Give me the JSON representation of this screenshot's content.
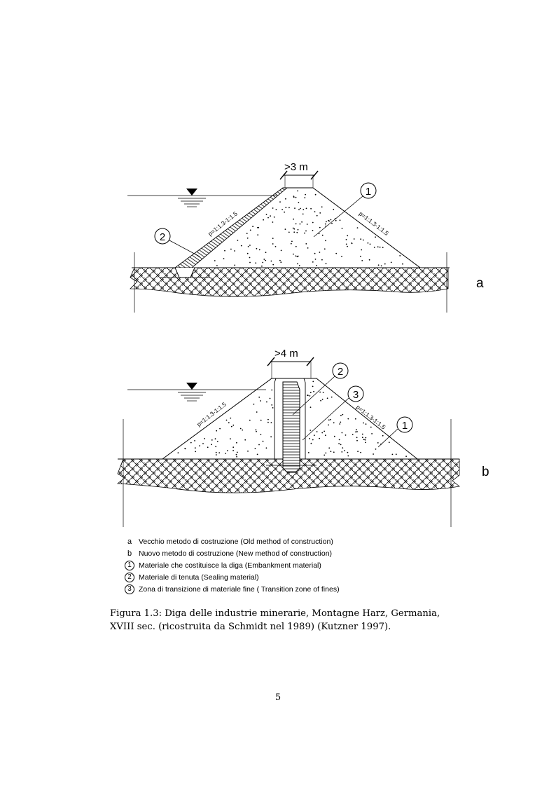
{
  "figure": {
    "panel_a": {
      "letter": "a",
      "crest_width": ">3 m",
      "slope_upstream": "p=1:1.3-1:1.5",
      "slope_downstream": "p=1:1.3-1:1.5",
      "callouts": [
        "1",
        "2"
      ]
    },
    "panel_b": {
      "letter": "b",
      "crest_width": ">4 m",
      "slope_upstream": "p=1:1.3-1:1.5",
      "slope_downstream": "p=1:1.3-1:1.5",
      "callouts": [
        "2",
        "3",
        "1"
      ]
    },
    "legend": [
      {
        "key": "a",
        "text": "Vecchio metodo di costruzione (Old method of construction)"
      },
      {
        "key": "b",
        "text": "Nuovo metodo di costruzione (New method of construction)"
      },
      {
        "key": "1",
        "text": "Materiale che costituisce la diga  (Embankment material)"
      },
      {
        "key": "2",
        "text": "Materiale di tenuta (Sealing material)"
      },
      {
        "key": "3",
        "text": "Zona di transizione di materiale fine ( Transition zone of fines)"
      }
    ]
  },
  "caption": "Figura 1.3: Diga delle industrie minerarie, Montagne Harz, Germania, XVIII sec. (ricostruita da Schmidt nel 1989) (Kutzner 1997).",
  "page_number": "5"
}
